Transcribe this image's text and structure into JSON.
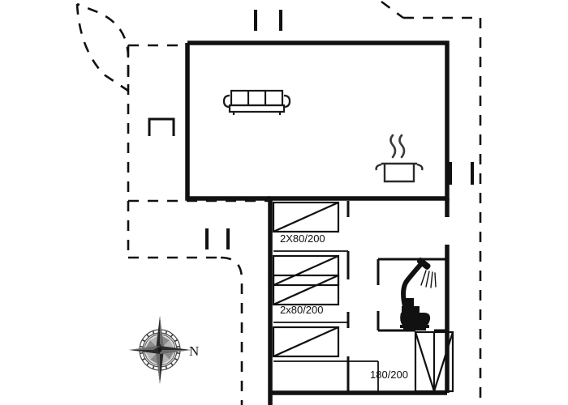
{
  "plan": {
    "title": "Holiday house floor plan",
    "background_color": "#ffffff",
    "wall_color": "#111111",
    "line_color": "#1a1a1a",
    "boundary_style": "dashed",
    "labels": {
      "bedroom_upper": "2X80/200",
      "bedroom_middle": "2x80/200",
      "bedroom_lower": "180/200"
    },
    "compass": {
      "north_label": "N",
      "name": "compass-rose"
    },
    "icons": {
      "sofa": "sofa-icon",
      "cooking_pot": "cooking-pot-icon",
      "shower": "shower-head-icon",
      "toilet": "toilet-icon",
      "niche": "wall-niche"
    },
    "rooms": [
      {
        "name": "living-room",
        "label": ""
      },
      {
        "name": "kitchen",
        "label": ""
      },
      {
        "name": "bedroom-upper",
        "label": "2X80/200"
      },
      {
        "name": "bedroom-middle",
        "label": "2x80/200"
      },
      {
        "name": "bedroom-lower",
        "label": "180/200"
      },
      {
        "name": "bathroom",
        "label": ""
      },
      {
        "name": "hallway",
        "label": ""
      }
    ]
  }
}
